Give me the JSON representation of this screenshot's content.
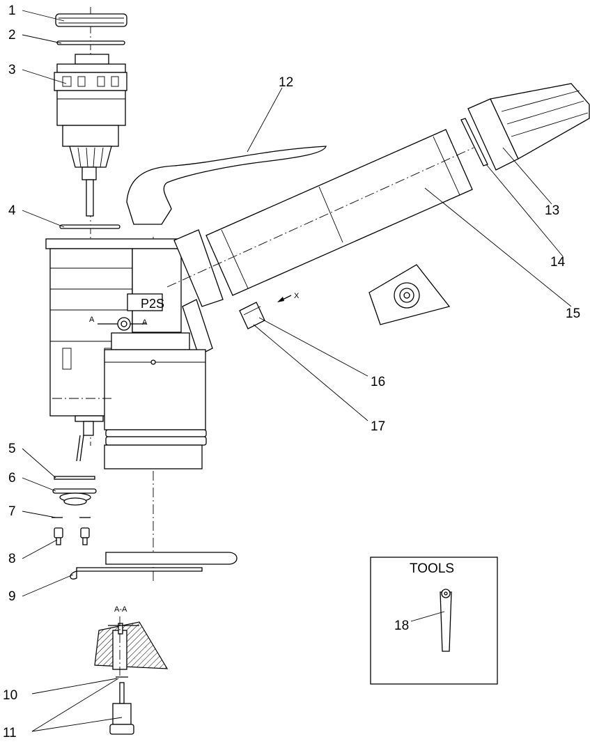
{
  "callouts": [
    "1",
    "2",
    "3",
    "4",
    "5",
    "6",
    "7",
    "8",
    "9",
    "10",
    "11",
    "12",
    "13",
    "14",
    "15",
    "16",
    "17",
    "18"
  ],
  "labels": {
    "model_mark": "P2S",
    "section_mark": "A",
    "section_title": "A-A",
    "view_arrow": "X",
    "tools_title": "TOOLS"
  },
  "colors": {
    "line": "#000000",
    "background": "#ffffff"
  }
}
